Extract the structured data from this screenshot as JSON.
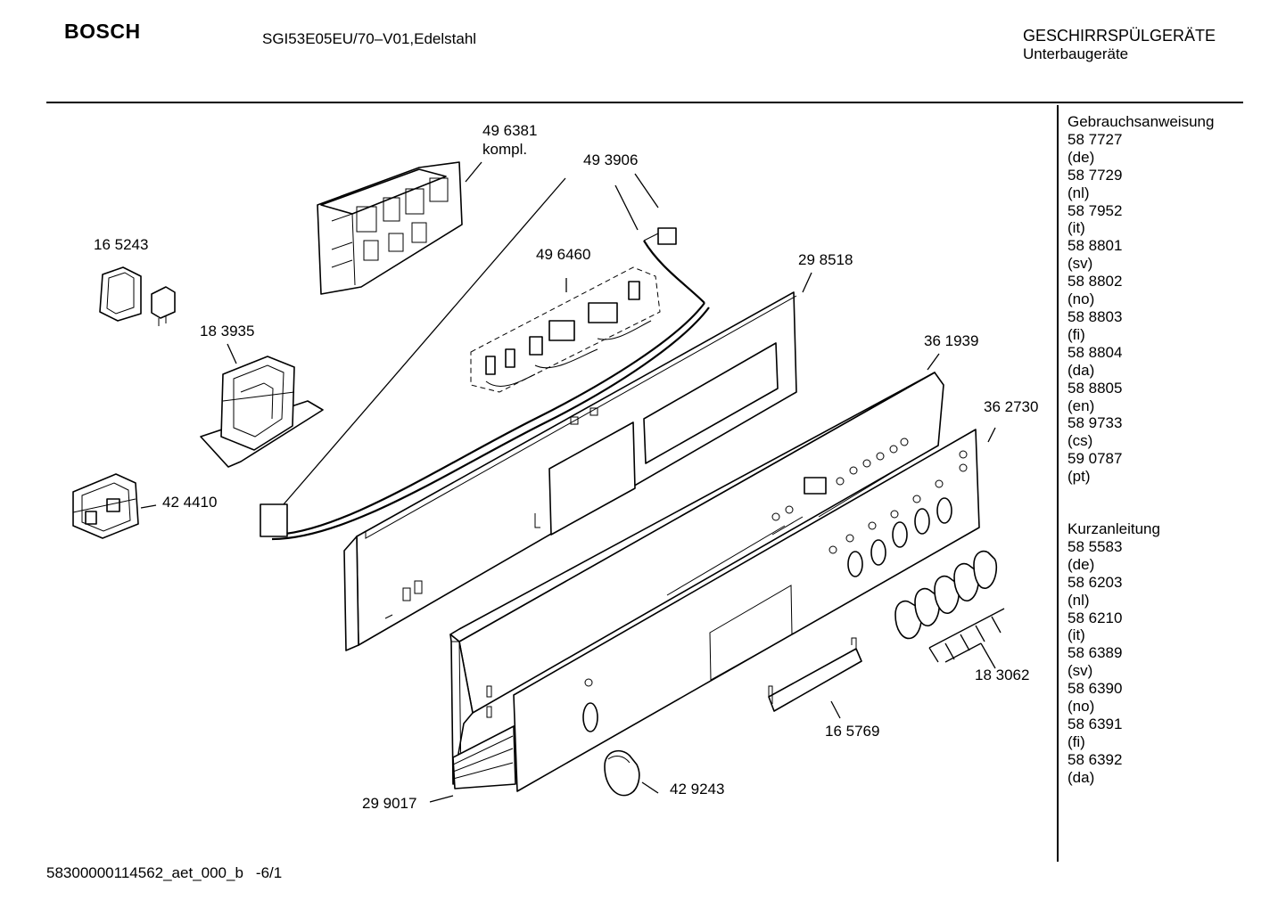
{
  "header": {
    "brand": "BOSCH",
    "model": "SGI53E05EU/70–V01,Edelstahl",
    "category": "GESCHIRRSPÜLGERÄTE",
    "subcategory": "Unterbaugeräte"
  },
  "sidebar": {
    "manual_heading": "Gebrauchsanweisung",
    "manuals": [
      {
        "number": "58 7727",
        "lang": "(de)"
      },
      {
        "number": "58 7729",
        "lang": "(nl)"
      },
      {
        "number": "58 7952",
        "lang": "(it)"
      },
      {
        "number": "58 8801",
        "lang": "(sv)"
      },
      {
        "number": "58 8802",
        "lang": "(no)"
      },
      {
        "number": "58 8803",
        "lang": "(fi)"
      },
      {
        "number": "58 8804",
        "lang": "(da)"
      },
      {
        "number": "58 8805",
        "lang": "(en)"
      },
      {
        "number": "58 9733",
        "lang": "(cs)"
      },
      {
        "number": "59 0787",
        "lang": "(pt)"
      }
    ],
    "short_heading": "Kurzanleitung",
    "shorts": [
      {
        "number": "58 5583",
        "lang": "(de)"
      },
      {
        "number": "58 6203",
        "lang": "(nl)"
      },
      {
        "number": "58 6210",
        "lang": "(it)"
      },
      {
        "number": "58 6389",
        "lang": "(sv)"
      },
      {
        "number": "58 6390",
        "lang": "(no)"
      },
      {
        "number": "58 6391",
        "lang": "(fi)"
      },
      {
        "number": "58 6392",
        "lang": "(da)"
      }
    ]
  },
  "parts": {
    "p496381": "49 6381",
    "p496381_note": "kompl.",
    "p493906": "49 3906",
    "p165243": "16 5243",
    "p496460": "49 6460",
    "p298518": "29 8518",
    "p183935": "18 3935",
    "p361939": "36 1939",
    "p362730": "36 2730",
    "p424410": "42 4410",
    "p183062": "18 3062",
    "p165769": "16 5769",
    "p299017": "29 9017",
    "p429243": "42 9243"
  },
  "footer": {
    "doc_id": "58300000114562_aet_000_b",
    "page": "-6/1"
  }
}
